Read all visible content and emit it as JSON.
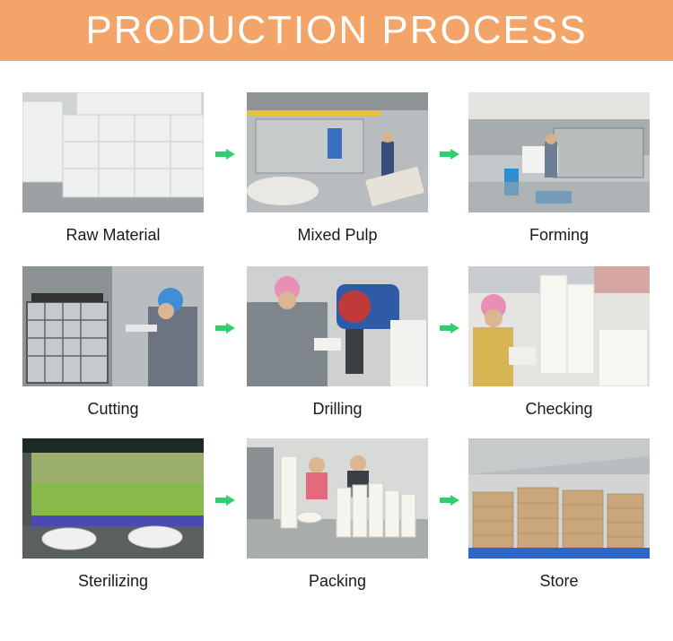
{
  "header": {
    "title": "PRODUCTION PROCESS"
  },
  "steps": [
    {
      "label": "Raw Material",
      "icon": "stacked-bales-photo"
    },
    {
      "label": "Mixed Pulp",
      "icon": "pulp-machine-photo"
    },
    {
      "label": "Forming",
      "icon": "forming-machine-photo"
    },
    {
      "label": "Cutting",
      "icon": "cutting-worker-photo"
    },
    {
      "label": "Drilling",
      "icon": "drilling-worker-photo"
    },
    {
      "label": "Checking",
      "icon": "checking-worker-photo"
    },
    {
      "label": "Sterilizing",
      "icon": "uv-tunnel-photo"
    },
    {
      "label": "Packing",
      "icon": "packing-line-photo"
    },
    {
      "label": "Store",
      "icon": "warehouse-photo"
    }
  ],
  "colors": {
    "banner": "#f3a469",
    "arrow": "#2fcf6e"
  }
}
